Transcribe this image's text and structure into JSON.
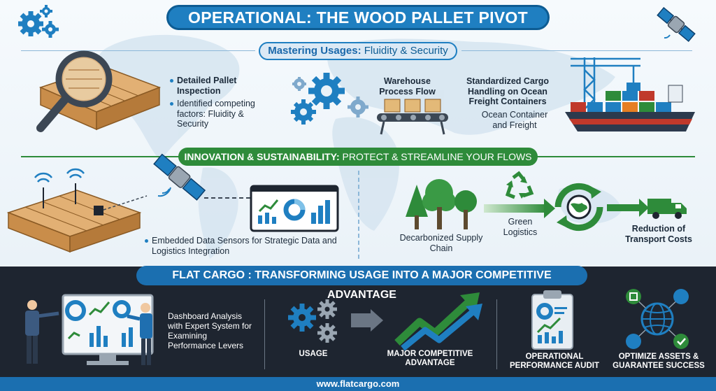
{
  "header": {
    "title": "OPERATIONAL: THE WOOD PALLET PIVOT",
    "subtitle_strong": "Mastering Usages:",
    "subtitle_rest": " Fluidity & Security"
  },
  "section1": {
    "inspection_title": "Detailed Pallet Inspection",
    "inspection_desc": "Identified competing factors: Fluidity & Security",
    "warehouse_label": "Warehouse Process Flow",
    "cargo_title": "Standardized Cargo Handling on Ocean Freight Containers",
    "cargo_desc": "Ocean Container and Freight"
  },
  "section2": {
    "banner_strong": "INNOVATION & SUSTAINABILITY:",
    "banner_rest": " PROTECT & STREAMLINE YOUR FLOWS",
    "sensors_label": "Embedded Data Sensors for Strategic Data and Logistics Integration",
    "decarb_label": "Decarbonized Supply Chain",
    "green_label": "Green Logistics",
    "transport_label": "Reduction of Transport Costs"
  },
  "section3": {
    "banner": "FLAT CARGO : TRANSFORMING USAGE INTO A MAJOR COMPETITIVE ADVANTAGE",
    "dashboard_label": "Dashboard Analysis with Expert System for Examining Performance Levers",
    "usage_label": "USAGE",
    "advantage_label": "MAJOR COMPETITIVE ADVANTAGE",
    "audit_label": "OPERATIONAL PERFORMANCE AUDIT",
    "optimize_label": "OPTIMIZE ASSETS & GUARANTEE SUCCESS"
  },
  "footer": {
    "url": "www.flatcargo.com"
  },
  "colors": {
    "primary_blue": "#1f7fc1",
    "green": "#2e8b3a",
    "dark_band": "#1e2530",
    "wood": "#d9a25e"
  },
  "icons": [
    "gears-icon",
    "satellite-icon",
    "magnifier-icon",
    "pallet-icon",
    "conveyor-icon",
    "crane-ship-icon",
    "sensor-pallet-icon",
    "dashboard-icon",
    "trees-icon",
    "recycle-icon",
    "globe-icon",
    "truck-icon",
    "presenter-icon",
    "gears-arrow-icon",
    "growth-arrow-icon",
    "clipboard-icon",
    "network-globe-icon"
  ]
}
